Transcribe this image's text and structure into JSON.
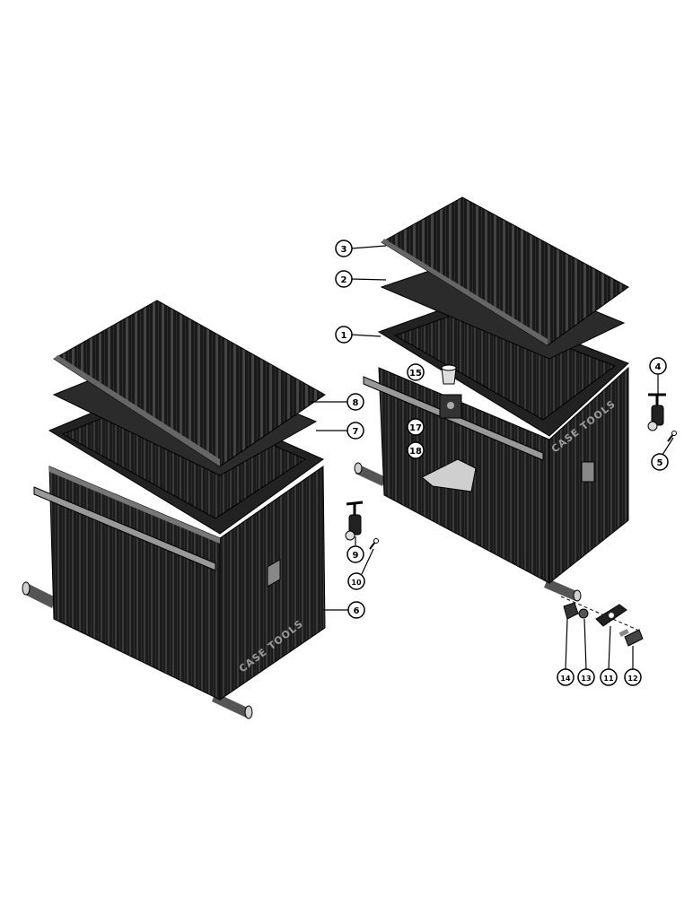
{
  "figure": {
    "box_stamp_text": "CASE TOOLS",
    "colors": {
      "box_dark": "#1c1c1c",
      "stripe": "#3a3a3a",
      "highlight": "#8f8f8f",
      "ink": "#000000",
      "paper": "#ffffff"
    }
  },
  "callouts": {
    "c1": "1",
    "c2": "2",
    "c3": "3",
    "c4": "4",
    "c5": "5",
    "c6": "6",
    "c7": "7",
    "c8": "8",
    "c9": "9",
    "c10": "10",
    "c11": "11",
    "c12": "12",
    "c13": "13",
    "c14": "14",
    "c15": "15",
    "c17": "17",
    "c18": "18"
  }
}
